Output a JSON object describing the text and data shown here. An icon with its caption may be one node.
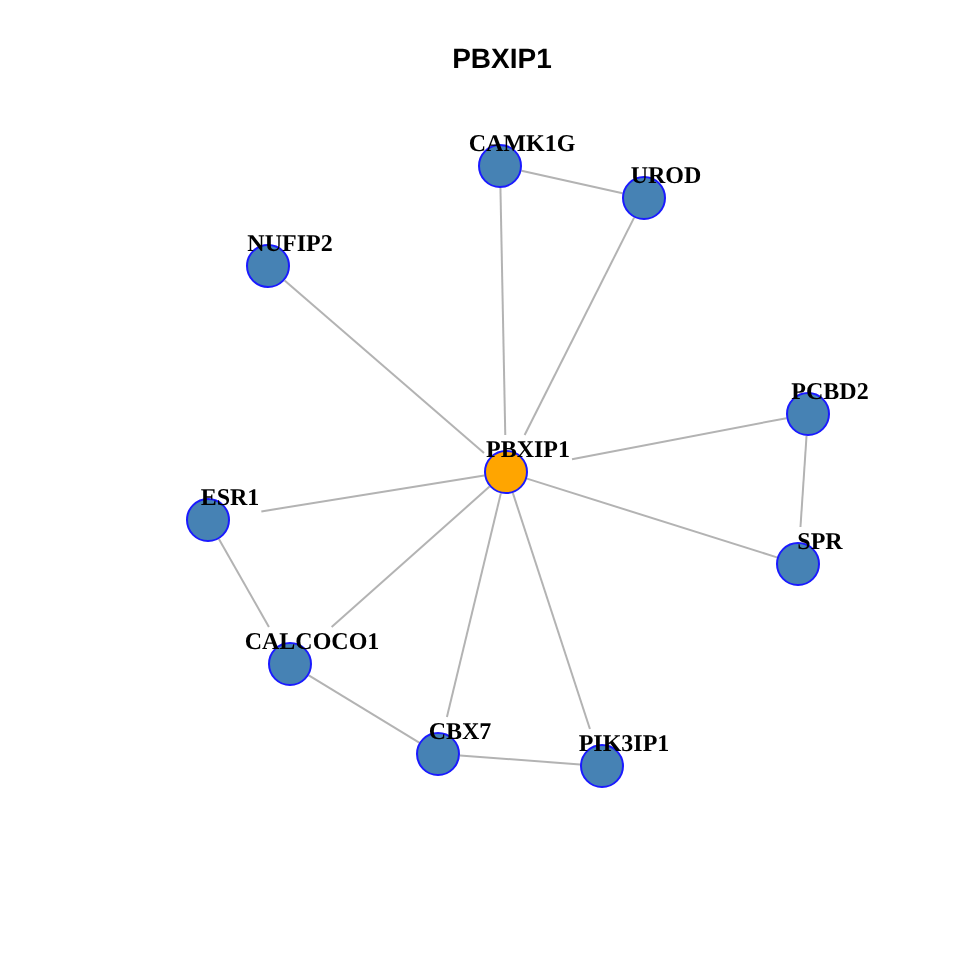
{
  "diagram": {
    "title": "PBXIP1",
    "nodes": [
      {
        "text": [
          "CAMK1G"
        ]
      },
      {
        "text": [
          "UROD"
        ]
      },
      {
        "text": [
          "NUFIP2"
        ]
      },
      {
        "text": [
          "PCBD2"
        ]
      },
      {
        "text": [
          "PBXIP1"
        ]
      },
      {
        "text": [
          "ESR1"
        ]
      },
      {
        "text": [
          "SPR"
        ]
      },
      {
        "text": [
          "CALCOCO1"
        ]
      },
      {
        "text": [
          "CBX7"
        ]
      },
      {
        "text": [
          "PIK3IP1"
        ]
      }
    ],
    "edges": [
      {
        "from": 4,
        "to": 0,
        "arrow": "none"
      },
      {
        "from": 4,
        "to": 1,
        "arrow": "none"
      },
      {
        "from": 4,
        "to": 2,
        "arrow": "none"
      },
      {
        "from": 4,
        "to": 3,
        "arrow": "none"
      },
      {
        "from": 4,
        "to": 6,
        "arrow": "none"
      },
      {
        "from": 4,
        "to": 5,
        "arrow": "none"
      },
      {
        "from": 4,
        "to": 7,
        "arrow": "none"
      },
      {
        "from": 4,
        "to": 8,
        "arrow": "none"
      },
      {
        "from": 4,
        "to": 9,
        "arrow": "none"
      },
      {
        "from": 0,
        "to": 1,
        "arrow": "none"
      },
      {
        "from": 3,
        "to": 6,
        "arrow": "none"
      },
      {
        "from": 5,
        "to": 7,
        "arrow": "none"
      },
      {
        "from": 7,
        "to": 8,
        "arrow": "none"
      },
      {
        "from": 8,
        "to": 9,
        "arrow": "none"
      }
    ]
  }
}
